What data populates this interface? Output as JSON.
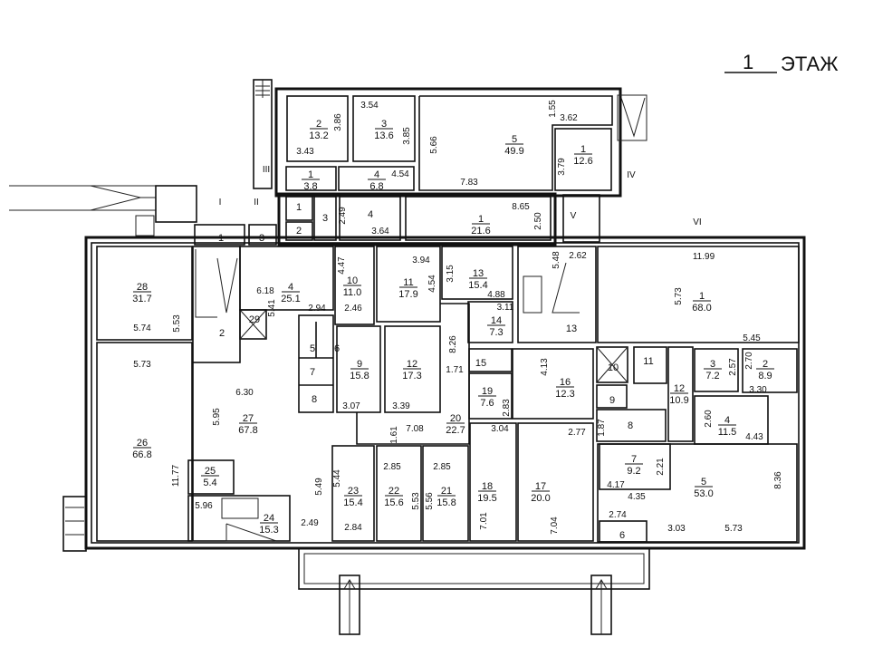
{
  "title": {
    "floor_number": "1",
    "floor_word": "ЭТАЖ"
  },
  "entrances": [
    "I",
    "II",
    "III",
    "IV",
    "V",
    "VI"
  ],
  "rooms": [
    {
      "id": "u2",
      "num": "2",
      "area": "13.2"
    },
    {
      "id": "u3",
      "num": "3",
      "area": "13.6"
    },
    {
      "id": "u5",
      "num": "5",
      "area": "49.9"
    },
    {
      "id": "u1a",
      "num": "1",
      "area": "12.6"
    },
    {
      "id": "u1b",
      "num": "1",
      "area": "3.8"
    },
    {
      "id": "u4",
      "num": "4",
      "area": "6.8"
    },
    {
      "id": "u1c",
      "num": "1",
      "area": "21.6"
    },
    {
      "id": "m28",
      "num": "28",
      "area": "31.7"
    },
    {
      "id": "m26",
      "num": "26",
      "area": "66.8"
    },
    {
      "id": "m4",
      "num": "4",
      "area": "25.1"
    },
    {
      "id": "m10",
      "num": "10",
      "area": "11.0"
    },
    {
      "id": "m11",
      "num": "11",
      "area": "17.9"
    },
    {
      "id": "m13",
      "num": "13",
      "area": "15.4"
    },
    {
      "id": "m14",
      "num": "14",
      "area": "7.3"
    },
    {
      "id": "m9",
      "num": "9",
      "area": "15.8"
    },
    {
      "id": "m12",
      "num": "12",
      "area": "17.3"
    },
    {
      "id": "m20",
      "num": "20",
      "area": "22.7"
    },
    {
      "id": "m19",
      "num": "19",
      "area": "7.6"
    },
    {
      "id": "m16",
      "num": "16",
      "area": "12.3"
    },
    {
      "id": "m27",
      "num": "27",
      "area": "67.8"
    },
    {
      "id": "m25",
      "num": "25",
      "area": "5.4"
    },
    {
      "id": "m24",
      "num": "24",
      "area": "15.3"
    },
    {
      "id": "m23",
      "num": "23",
      "area": "15.4"
    },
    {
      "id": "m22",
      "num": "22",
      "area": "15.6"
    },
    {
      "id": "m21",
      "num": "21",
      "area": "15.8"
    },
    {
      "id": "m18",
      "num": "18",
      "area": "19.5"
    },
    {
      "id": "m17",
      "num": "17",
      "area": "20.0"
    },
    {
      "id": "r1",
      "num": "1",
      "area": "68.0"
    },
    {
      "id": "r3",
      "num": "3",
      "area": "7.2"
    },
    {
      "id": "r2",
      "num": "2",
      "area": "8.9"
    },
    {
      "id": "r12",
      "num": "12",
      "area": "10.9"
    },
    {
      "id": "r4",
      "num": "4",
      "area": "11.5"
    },
    {
      "id": "r7",
      "num": "7",
      "area": "9.2"
    },
    {
      "id": "r5",
      "num": "5",
      "area": "53.0"
    }
  ],
  "plain_rooms": [
    "1",
    "2",
    "3",
    "4",
    "1",
    "3",
    "2",
    "29",
    "5",
    "6",
    "7",
    "8",
    "15",
    "13",
    "10",
    "11",
    "9",
    "8",
    "6"
  ],
  "dimensions": [
    "3.86",
    "3.43",
    "3.54",
    "3.85",
    "5.66",
    "1.55",
    "3.62",
    "3.79",
    "4.54",
    "7.83",
    "2.49",
    "3.64",
    "8.65",
    "2.50",
    "6.18",
    "5.41",
    "2.94",
    "4.47",
    "2.46",
    "3.94",
    "4.54",
    "3.15",
    "4.88",
    "3.11",
    "5.48",
    "2.62",
    "11.99",
    "5.73",
    "5.45",
    "5.74",
    "5.53",
    "5.73",
    "6.30",
    "5.95",
    "11.77",
    "5.96",
    "2.49",
    "5.49",
    "5.44",
    "2.84",
    "2.85",
    "2.85",
    "5.53",
    "5.56",
    "3.07",
    "3.39",
    "1.61",
    "7.08",
    "8.26",
    "1.71",
    "4.13",
    "2.83",
    "3.04",
    "2.77",
    "7.01",
    "7.04",
    "2.57",
    "2.70",
    "3.30",
    "2.60",
    "4.43",
    "1.87",
    "2.21",
    "4.17",
    "4.35",
    "8.36",
    "2.74",
    "3.03",
    "5.73"
  ]
}
